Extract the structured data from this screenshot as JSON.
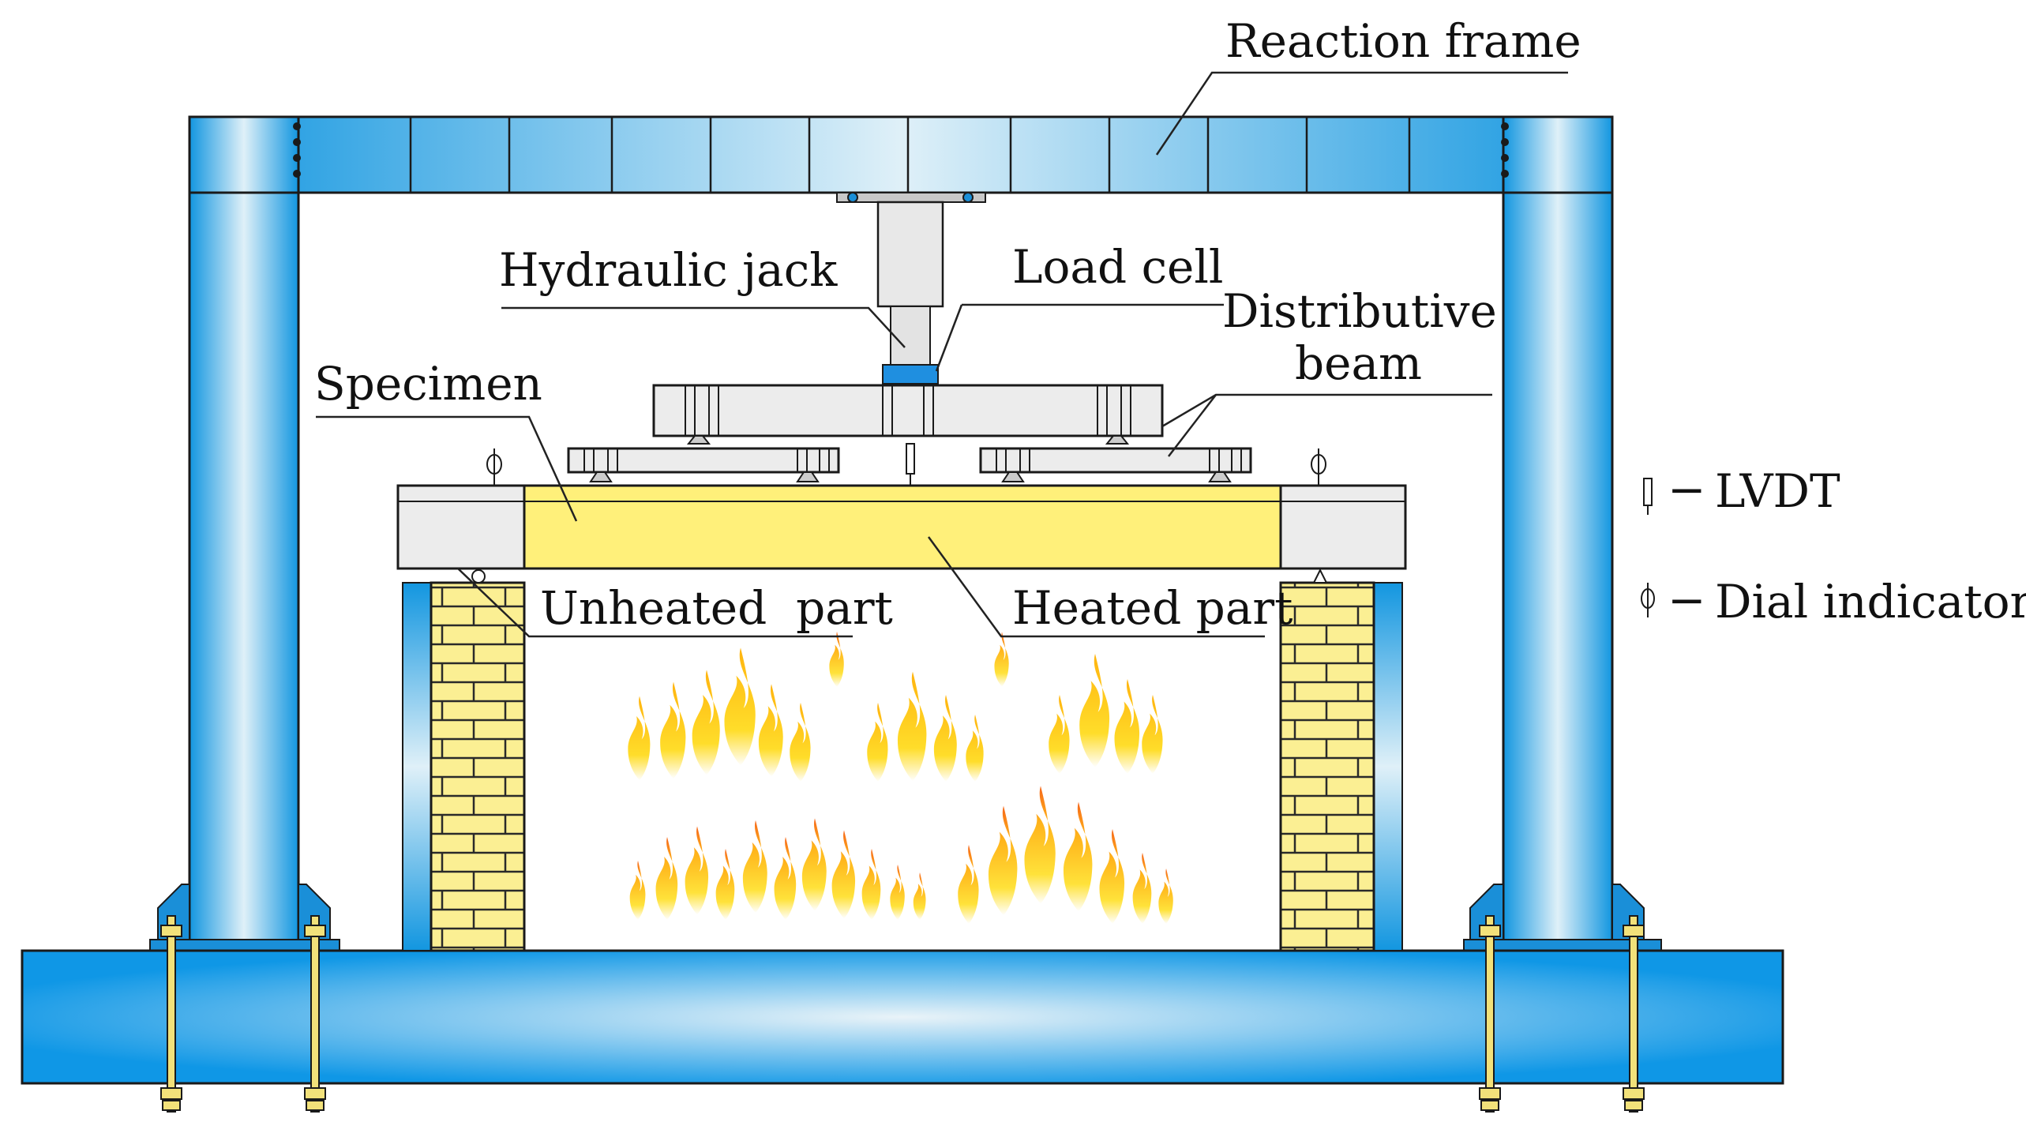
{
  "labels": {
    "reaction_frame": "Reaction frame",
    "hydraulic_jack": "Hydraulic jack",
    "load_cell": "Load cell",
    "distributive_beam_line1": "Distributive",
    "distributive_beam_line2": "beam",
    "specimen": "Specimen",
    "unheated_part": "Unheated  part",
    "heated_part": "Heated part"
  },
  "legend": {
    "lvdt": "LVDT",
    "dial_indicator": "Dial indicator",
    "separator": "−"
  },
  "colors": {
    "frame_blue": "#1aa6e8",
    "frame_light": "#e6f3fa",
    "specimen_yellow": "#fff07a",
    "specimen_end_grey": "#e3e3e3",
    "brick_yellow": "#fbef93",
    "flame_orange": "#f9701a",
    "flame_yellow": "#ffd21e"
  }
}
